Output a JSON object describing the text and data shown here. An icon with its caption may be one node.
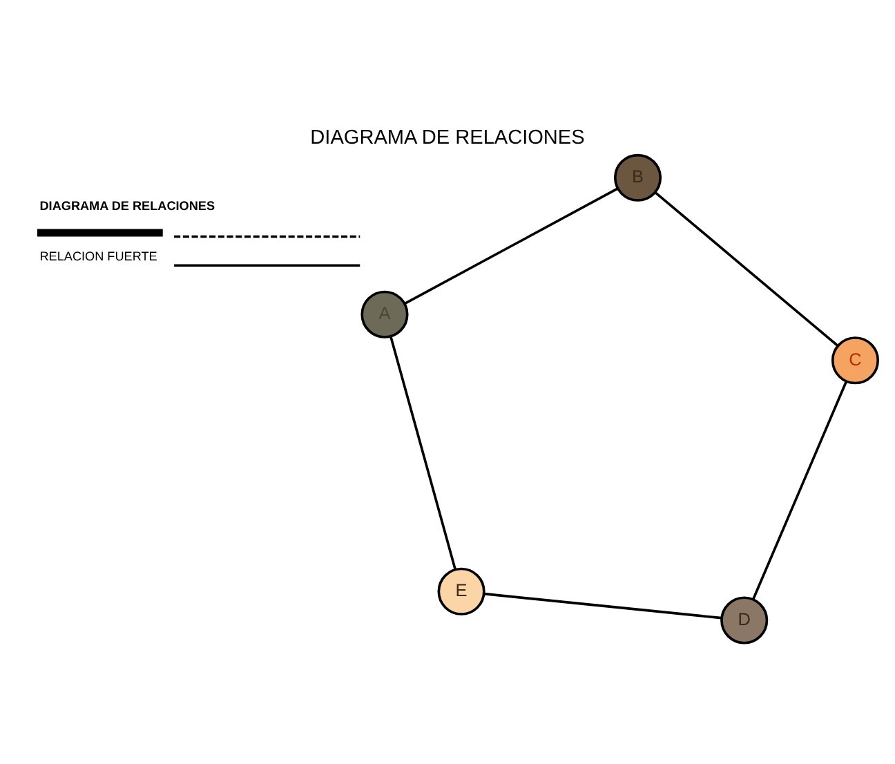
{
  "diagram": {
    "title": "DIAGRAMA DE RELACIONES",
    "nodes": [
      {
        "text": [
          "D"
        ]
      },
      {
        "text": [
          "C"
        ]
      },
      {
        "text": [
          "E"
        ]
      },
      {
        "text": [
          "B"
        ]
      },
      {
        "text": [
          "A"
        ]
      }
    ],
    "edges": [
      {
        "from": 0,
        "to": 1,
        "arrow": "none"
      },
      {
        "from": 1,
        "to": 3,
        "arrow": "none"
      },
      {
        "from": 0,
        "to": 2,
        "arrow": "none"
      },
      {
        "from": 2,
        "to": 4,
        "arrow": "none"
      },
      {
        "from": 4,
        "to": 3,
        "arrow": "none"
      }
    ],
    "labels": [
      "DIAGRAMA DE RELACIONES"
    ],
    "legend": [
      {
        "text": "RELACION FUERTE"
      }
    ]
  }
}
